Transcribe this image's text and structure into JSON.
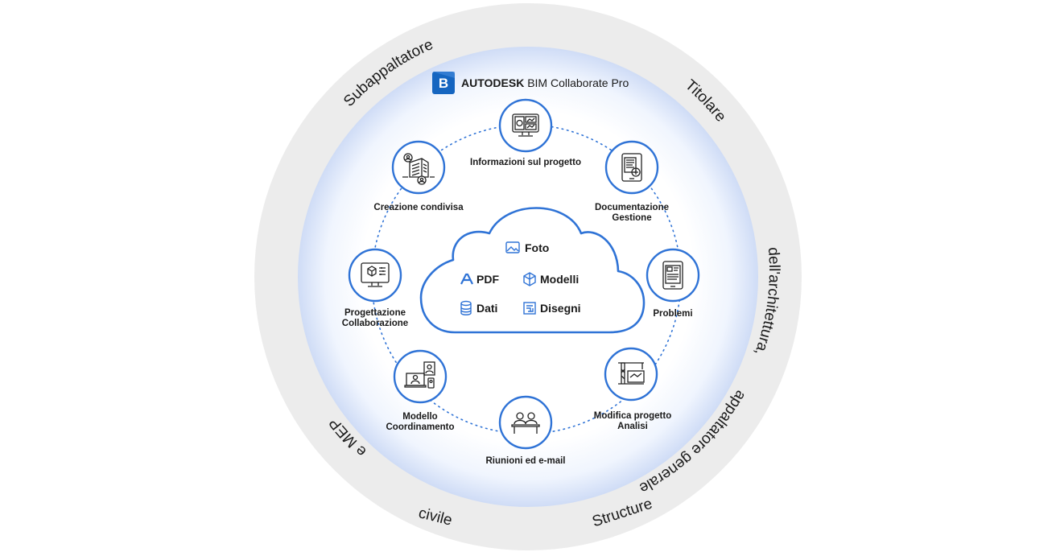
{
  "brand": {
    "logo_letter": "B",
    "company": "AUTODESK",
    "product": "BIM Collaborate Pro"
  },
  "outer_ring": {
    "labels": {
      "top": "dell'architettura,",
      "top_right": "appaltatore generale",
      "right": "e MEP",
      "bottom_right": "Structure",
      "bottom": "civile",
      "left": "Subappaltatore",
      "top_left": "Titolare"
    }
  },
  "nodes": [
    {
      "id": "info",
      "icon": "monitor-dashboard-icon",
      "lines": [
        "Informazioni sul progetto"
      ]
    },
    {
      "id": "docs",
      "icon": "tablet-document-icon",
      "lines": [
        "Documentazione",
        "Gestione"
      ]
    },
    {
      "id": "issues",
      "icon": "tablet-checklist-icon",
      "lines": [
        "Problemi"
      ]
    },
    {
      "id": "changes",
      "icon": "construction-crane-icon",
      "lines": [
        "Modifica progetto",
        "Analisi"
      ]
    },
    {
      "id": "meetings",
      "icon": "meeting-people-icon",
      "lines": [
        "Riunioni ed e-mail"
      ]
    },
    {
      "id": "coord",
      "icon": "laptop-people-icon",
      "lines": [
        "Modello",
        "Coordinamento"
      ]
    },
    {
      "id": "design",
      "icon": "monitor-cube-icon",
      "lines": [
        "Progettazione",
        "Collaborazione"
      ]
    },
    {
      "id": "shared",
      "icon": "building-people-icon",
      "lines": [
        "Creazione condivisa"
      ]
    }
  ],
  "cloud": {
    "items": {
      "photo": "Foto",
      "pdf": "PDF",
      "models": "Modelli",
      "data": "Dati",
      "drawings": "Disegni"
    }
  },
  "colors": {
    "accent": "#2f73d6",
    "outer_ring": "#ececec",
    "glow": "#dfe9fb",
    "brand_blue": "#1565c0"
  }
}
